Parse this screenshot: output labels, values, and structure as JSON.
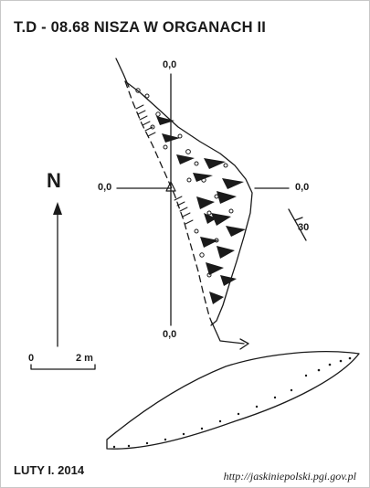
{
  "header": {
    "title": "T.D - 08.68  NISZA W ORGANACH II"
  },
  "plan": {
    "north_label": "N",
    "section_labels": {
      "top": "0,0",
      "left": "0,0",
      "right": "0,0",
      "bottom": "0,0"
    },
    "dip_value": "30",
    "scale": {
      "start_label": "0",
      "end_label": "2 m"
    }
  },
  "footer": {
    "survey_date": "LUTY I. 2014",
    "source_url": "http://jaskiniepolski.pgi.gov.pl"
  },
  "colors": {
    "ink": "#1a1a1a",
    "paper": "#ffffff",
    "frame": "#c8c8c8"
  }
}
